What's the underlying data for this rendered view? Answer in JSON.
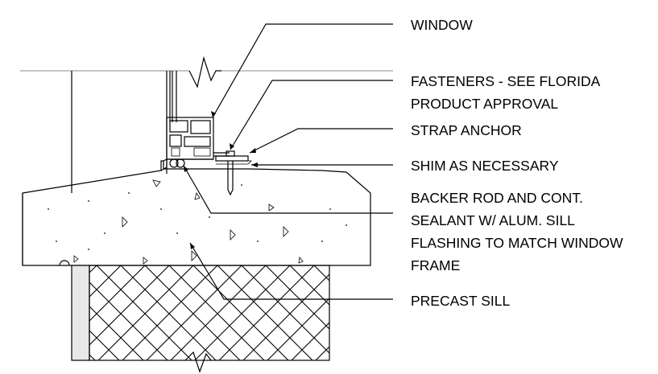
{
  "labels": {
    "window": "WINDOW",
    "fasteners_1": "FASTENERS - SEE FLORIDA",
    "fasteners_2": "PRODUCT APPROVAL",
    "strap_anchor": "STRAP ANCHOR",
    "shim": "SHIM AS NECESSARY",
    "backer_1": "BACKER ROD AND CONT.",
    "backer_2": "SEALANT W/ ALUM. SILL",
    "backer_3": "FLASHING TO MATCH WINDOW",
    "backer_4": "FRAME",
    "precast_sill": "PRECAST SILL"
  }
}
